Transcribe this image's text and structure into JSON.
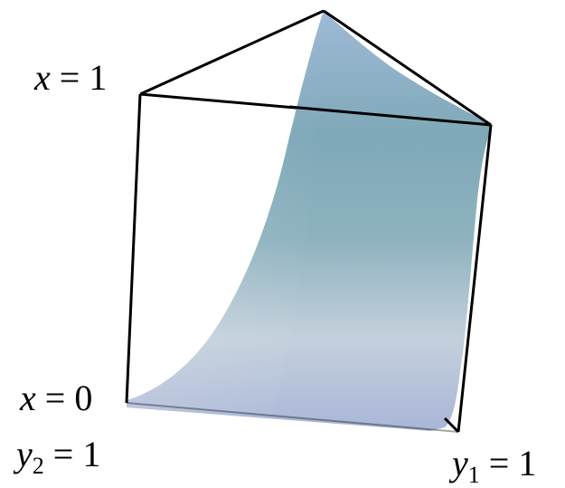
{
  "labels": {
    "x_top": {
      "var": "x",
      "eq": " = ",
      "val": "1"
    },
    "x_bottom": {
      "var": "x",
      "eq": " = ",
      "val": "0"
    },
    "y2": {
      "var": "y",
      "sub": "2",
      "eq": " = ",
      "val": "1"
    },
    "y1": {
      "var": "y",
      "sub": "1",
      "eq": " = ",
      "val": "1"
    }
  },
  "colors": {
    "edge": "#000000",
    "surface_light": "#a9b6d8",
    "surface_mid": "#c4d0dc",
    "surface_teal": "#7fa8b8",
    "surface_top": "#9fbad6"
  }
}
